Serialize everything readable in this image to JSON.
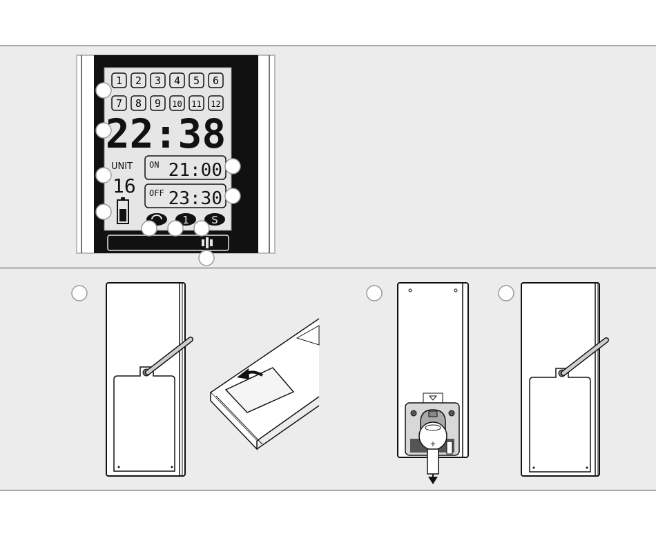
{
  "lcd": {
    "channels_row1": [
      "1",
      "2",
      "3",
      "4",
      "5",
      "6"
    ],
    "channels_row2": [
      "7",
      "8",
      "9",
      "10",
      "11",
      "12"
    ],
    "clock": "22:38",
    "unit_label": "UNIT",
    "unit_value": "16",
    "on_label": "ON",
    "on_time": "21:00",
    "off_label": "OFF",
    "off_time": "23:30",
    "mode_one": "1",
    "mode_s": "S"
  },
  "battery_compartment": {
    "polarity_mark": "+"
  },
  "colors": {
    "background_band": "#ececec",
    "lcd_screen": "#e6e6e6",
    "device_frame": "#111111"
  }
}
